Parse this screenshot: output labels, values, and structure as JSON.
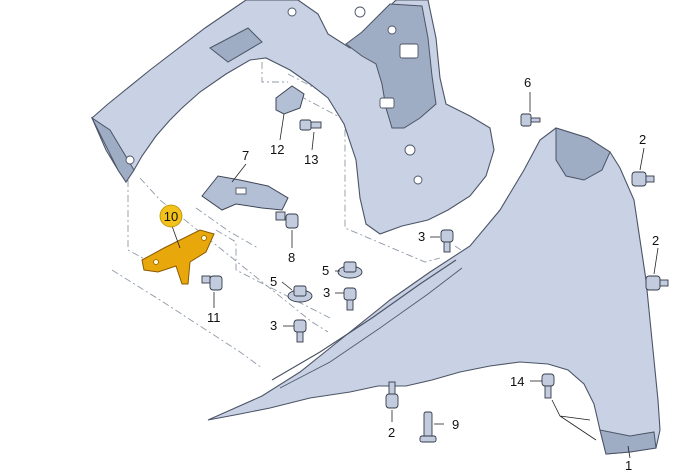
{
  "callouts": [
    {
      "id": "c6",
      "label": "6"
    },
    {
      "id": "c2a",
      "label": "2"
    },
    {
      "id": "c2b",
      "label": "2"
    },
    {
      "id": "c2c",
      "label": "2"
    },
    {
      "id": "c7",
      "label": "7"
    },
    {
      "id": "c12",
      "label": "12"
    },
    {
      "id": "c13",
      "label": "13"
    },
    {
      "id": "c10",
      "label": "10",
      "highlighted": true
    },
    {
      "id": "c8",
      "label": "8"
    },
    {
      "id": "c3a",
      "label": "3"
    },
    {
      "id": "c3b",
      "label": "3"
    },
    {
      "id": "c3c",
      "label": "3"
    },
    {
      "id": "c5a",
      "label": "5"
    },
    {
      "id": "c5b",
      "label": "5"
    },
    {
      "id": "c11",
      "label": "11"
    },
    {
      "id": "c14",
      "label": "14"
    },
    {
      "id": "c9",
      "label": "9"
    },
    {
      "id": "c1",
      "label": "1"
    }
  ],
  "colors": {
    "panel": "#c8d2e4",
    "outline": "#4c5566",
    "highlight": "#e8a80c",
    "highlight_badge": "#f2c21b",
    "leader": "#222222",
    "hidden_line": "#8f9aa8"
  }
}
